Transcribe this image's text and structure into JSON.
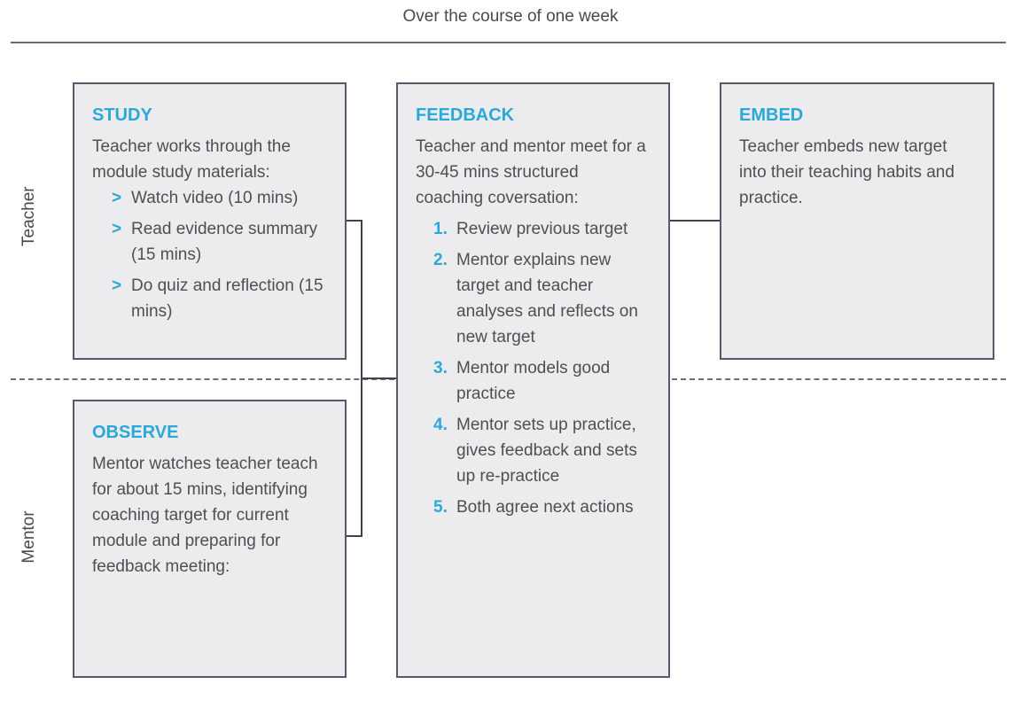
{
  "caption": "Over the course of one week",
  "lanes": {
    "teacher": "Teacher",
    "mentor": "Mentor"
  },
  "accent_color": "#2aa8d8",
  "study": {
    "title": "STUDY",
    "text": "Teacher works through the module study materials:",
    "items": [
      "Watch video (10 mins)",
      "Read evidence summary (15 mins)",
      "Do quiz and reflection (15 mins)"
    ],
    "bullet": ">"
  },
  "observe": {
    "title": "OBSERVE",
    "text": "Mentor watches teacher teach for about 15 mins, identifying coaching target for current module and preparing for feedback meeting:"
  },
  "feedback": {
    "title": "FEEDBACK",
    "text": "Teacher and mentor meet for a 30-45 mins structured coaching coversation:",
    "items": [
      {
        "n": "1.",
        "t": "Review previous target"
      },
      {
        "n": "2.",
        "t": "Mentor explains new target and teacher analyses and reflects on new target"
      },
      {
        "n": "3.",
        "t": "Mentor models good practice"
      },
      {
        "n": "4.",
        "t": "Mentor sets up practice, gives feedback and sets up re-practice"
      },
      {
        "n": "5.",
        "t": "Both agree next actions"
      }
    ]
  },
  "embed": {
    "title": "EMBED",
    "text": "Teacher embeds new target into their teaching habits and practice."
  }
}
